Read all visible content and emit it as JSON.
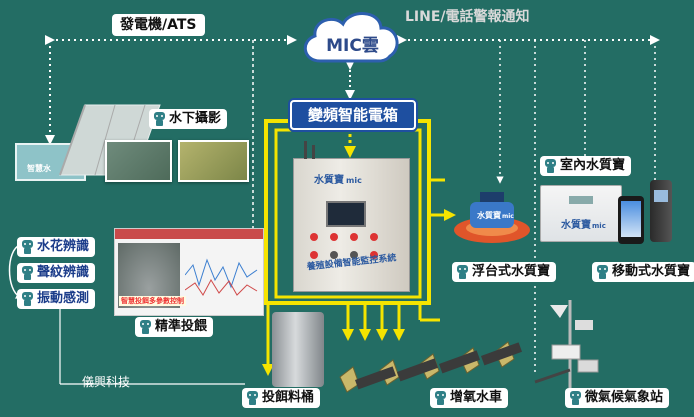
{
  "cloud": {
    "label": "MIC雲"
  },
  "top": {
    "generator": "發電機/ATS",
    "notify": "LINE/電話警報通知"
  },
  "controller": {
    "title": "變頻智能電箱",
    "brand": "水質寶",
    "brand_sub": "mic",
    "system_label": "養殖設備智能監控系統"
  },
  "labels": {
    "underwater": "水下攝影",
    "indoor_wq": "室內水質寶",
    "float_wq": "浮台式水質寶",
    "mobile_wq": "移動式水質寶",
    "splash": "水花辨識",
    "sound": "聲紋辨識",
    "vibration": "振動感測",
    "feeding": "精準投餵",
    "feed_bucket": "投餌料桶",
    "aerator": "增氧水車",
    "weather": "微氣候氣象站",
    "company": "儀興科技"
  },
  "devices": {
    "float_brand": "水質寶",
    "float_sub": "mic",
    "indoor_brand": "水質寶",
    "indoor_sub": "mic",
    "tank_text": "智慧水",
    "feeding_caption": "智慧投餌多參數控制"
  },
  "colors": {
    "bg": "#236d64",
    "yellow": "#f5e400",
    "banner": "#1e4fa0",
    "cloud": "#ffffff"
  }
}
